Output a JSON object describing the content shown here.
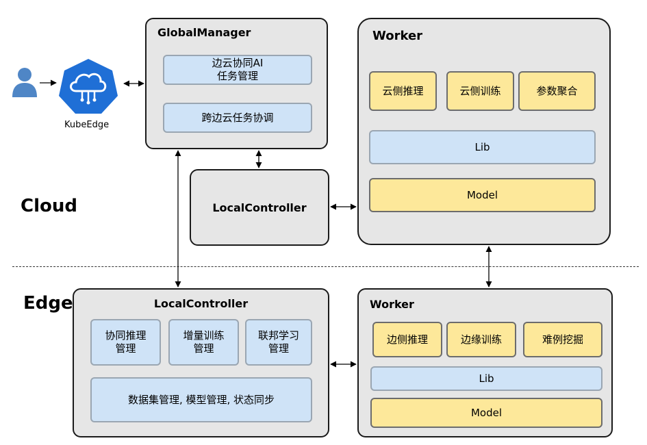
{
  "regions": {
    "cloud": "Cloud",
    "edge": "Edge"
  },
  "kubeedge": {
    "label": "KubeEdge"
  },
  "global_manager": {
    "title": "GlobalManager",
    "items": [
      "边云协同AI\n任务管理",
      "跨边云任务协调"
    ]
  },
  "cloud_local_controller": {
    "title": "LocalController"
  },
  "cloud_worker": {
    "title": "Worker",
    "modules": [
      "云侧推理",
      "云侧训练",
      "参数聚合"
    ],
    "lib": "Lib",
    "model": "Model"
  },
  "edge_local_controller": {
    "title": "LocalController",
    "modules": [
      "协同推理\n管理",
      "增量训练\n管理",
      "联邦学习\n管理"
    ],
    "bottom": "数据集管理, 模型管理, 状态同步"
  },
  "edge_worker": {
    "title": "Worker",
    "modules": [
      "边侧推理",
      "边缘训练",
      "难例挖掘"
    ],
    "lib": "Lib",
    "model": "Model"
  },
  "colors": {
    "panel_bg": "#e6e6e6",
    "blue_box": "#cfe3f7",
    "yellow_box": "#fde89a",
    "kubeedge_blue": "#1f6fd6",
    "user_blue": "#4f86c6"
  }
}
